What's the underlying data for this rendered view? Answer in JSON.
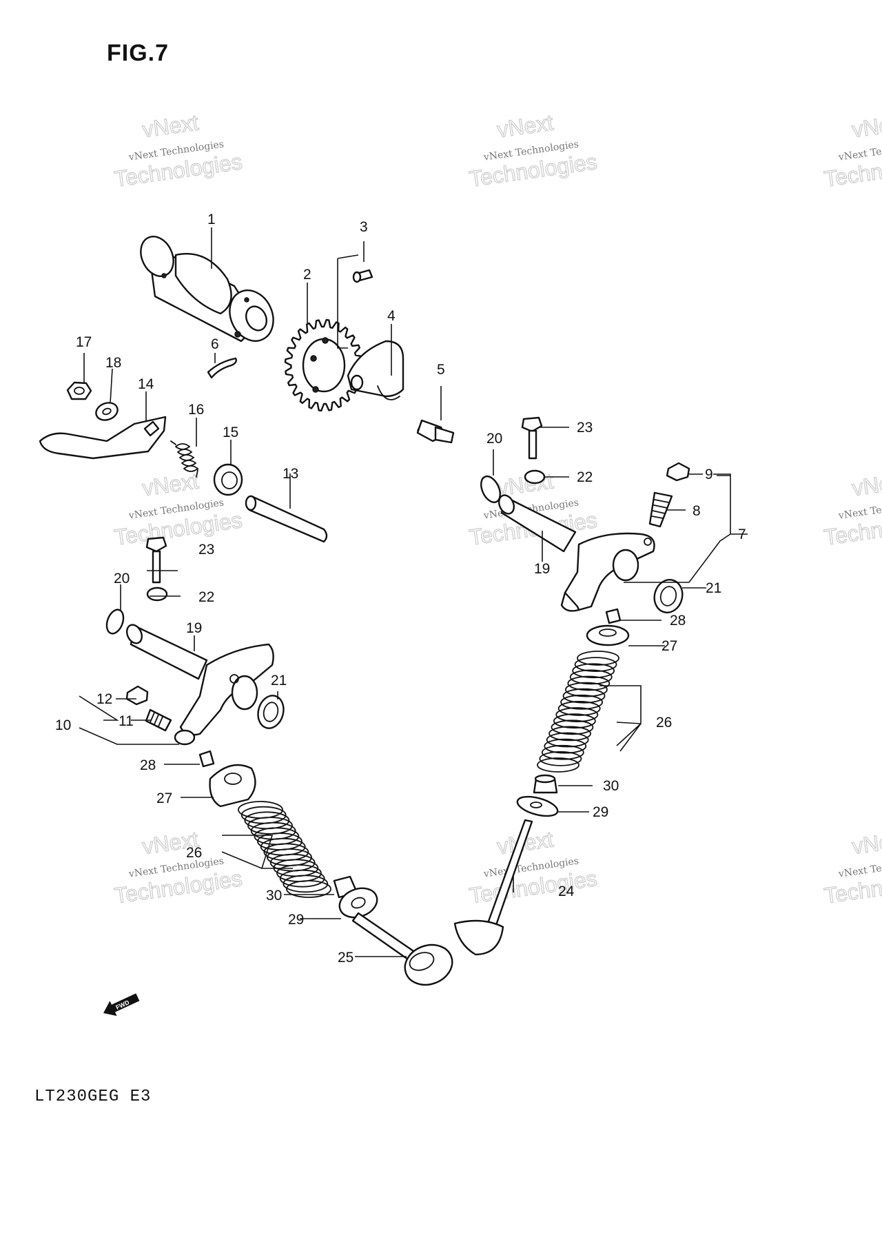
{
  "figure": {
    "title": "FIG.7",
    "model_code": "LT230GEG  E3",
    "fwd_label": "FWD"
  },
  "watermark": {
    "line1": "vNext",
    "line2": "vNext Technologies",
    "line3": "Technologies",
    "partial1": "vNext",
    "partial2": "vNext Technologies",
    "partial3": "Techn"
  },
  "callouts": [
    "1",
    "2",
    "3",
    "4",
    "5",
    "6",
    "17",
    "18",
    "14",
    "16",
    "15",
    "13",
    "23",
    "22",
    "20",
    "9",
    "8",
    "7",
    "19",
    "21",
    "28",
    "27",
    "26",
    "30",
    "29",
    "24",
    "23",
    "22",
    "20",
    "19",
    "21",
    "12",
    "11",
    "10",
    "28",
    "27",
    "26",
    "30",
    "29",
    "25"
  ]
}
